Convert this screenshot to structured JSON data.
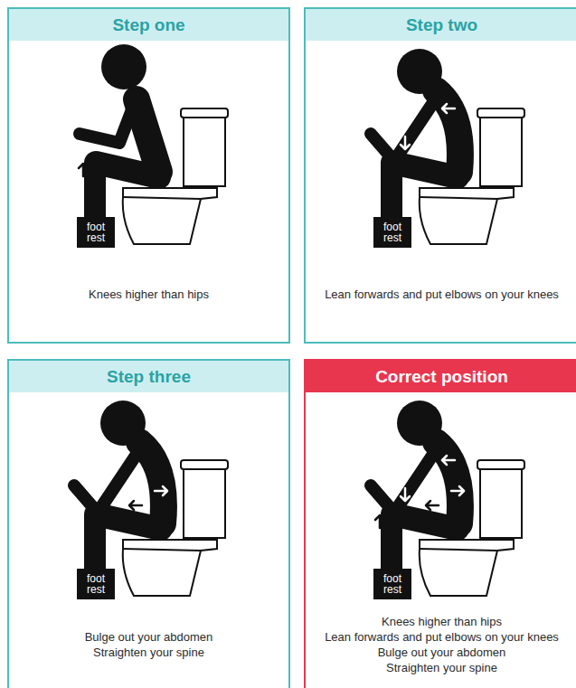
{
  "diagram": {
    "nodes": [
      {
        "text": [
          "Step one",
          "Knees higher than hips"
        ]
      },
      {
        "text": [
          "foot rest"
        ],
        "in": 0
      },
      {
        "text": [
          "Step two",
          "Lean forwards and put elbows on your knees"
        ]
      },
      {
        "text": [
          "foot rest"
        ],
        "in": 2
      },
      {
        "text": [
          "Step three",
          "Bulge out your abdomen",
          "Straighten your spine"
        ]
      },
      {
        "text": [
          "foot rest"
        ],
        "in": 4
      },
      {
        "text": [
          "Correct position",
          "Knees higher than hips",
          "Lean forwards and put elbows on your knees",
          "Bulge out your abdomen",
          "Straighten your spine"
        ]
      },
      {
        "text": [
          "foot rest"
        ],
        "in": 6
      }
    ]
  }
}
